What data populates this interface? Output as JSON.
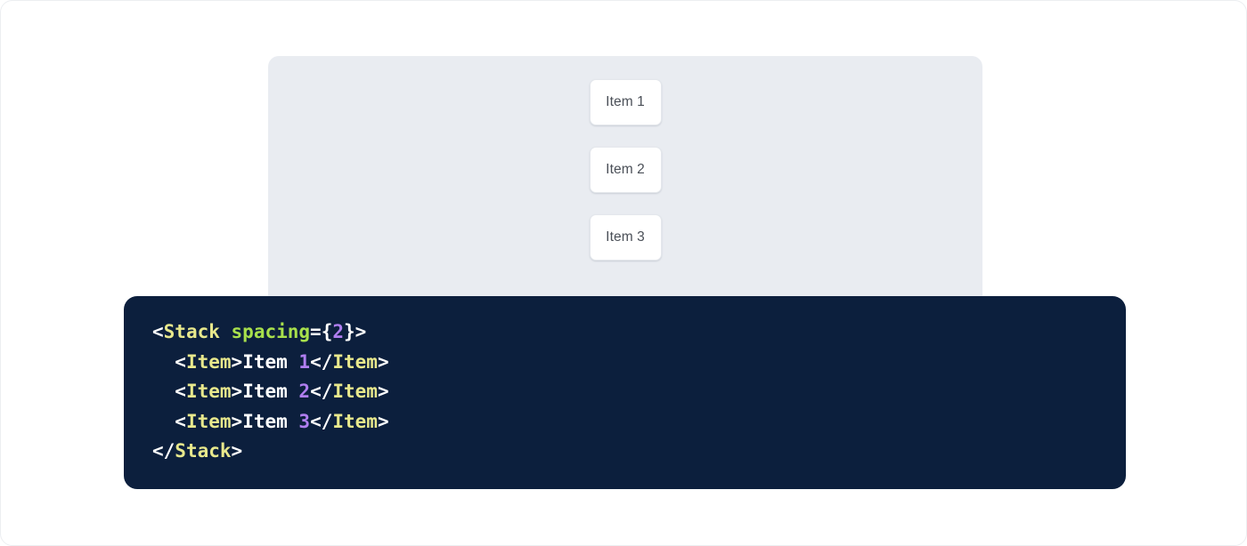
{
  "preview": {
    "panel_name": "stack-preview-panel",
    "background_color": "#e9ecf1",
    "items": [
      {
        "label": "Item 1"
      },
      {
        "label": "Item 2"
      },
      {
        "label": "Item 3"
      }
    ]
  },
  "code_block": {
    "background_color": "#0c1f3d",
    "language": "jsx",
    "colors": {
      "punctuation": "#ffffff",
      "tag": "#e8e88c",
      "attribute": "#a8e04c",
      "number": "#b07ef0",
      "text": "#ffffff"
    },
    "lines": [
      {
        "indent": "",
        "tokens": [
          {
            "t": "punct",
            "v": "<"
          },
          {
            "t": "tag",
            "v": "Stack"
          },
          {
            "t": "text",
            "v": " "
          },
          {
            "t": "attr",
            "v": "spacing"
          },
          {
            "t": "punct",
            "v": "={"
          },
          {
            "t": "num",
            "v": "2"
          },
          {
            "t": "punct",
            "v": "}>"
          }
        ]
      },
      {
        "indent": "  ",
        "tokens": [
          {
            "t": "punct",
            "v": "<"
          },
          {
            "t": "tag",
            "v": "Item"
          },
          {
            "t": "punct",
            "v": ">"
          },
          {
            "t": "text",
            "v": "Item "
          },
          {
            "t": "num",
            "v": "1"
          },
          {
            "t": "punct",
            "v": "</"
          },
          {
            "t": "tag",
            "v": "Item"
          },
          {
            "t": "punct",
            "v": ">"
          }
        ]
      },
      {
        "indent": "  ",
        "tokens": [
          {
            "t": "punct",
            "v": "<"
          },
          {
            "t": "tag",
            "v": "Item"
          },
          {
            "t": "punct",
            "v": ">"
          },
          {
            "t": "text",
            "v": "Item "
          },
          {
            "t": "num",
            "v": "2"
          },
          {
            "t": "punct",
            "v": "</"
          },
          {
            "t": "tag",
            "v": "Item"
          },
          {
            "t": "punct",
            "v": ">"
          }
        ]
      },
      {
        "indent": "  ",
        "tokens": [
          {
            "t": "punct",
            "v": "<"
          },
          {
            "t": "tag",
            "v": "Item"
          },
          {
            "t": "punct",
            "v": ">"
          },
          {
            "t": "text",
            "v": "Item "
          },
          {
            "t": "num",
            "v": "3"
          },
          {
            "t": "punct",
            "v": "</"
          },
          {
            "t": "tag",
            "v": "Item"
          },
          {
            "t": "punct",
            "v": ">"
          }
        ]
      },
      {
        "indent": "",
        "tokens": [
          {
            "t": "punct",
            "v": "</"
          },
          {
            "t": "tag",
            "v": "Stack"
          },
          {
            "t": "punct",
            "v": ">"
          }
        ]
      }
    ]
  }
}
